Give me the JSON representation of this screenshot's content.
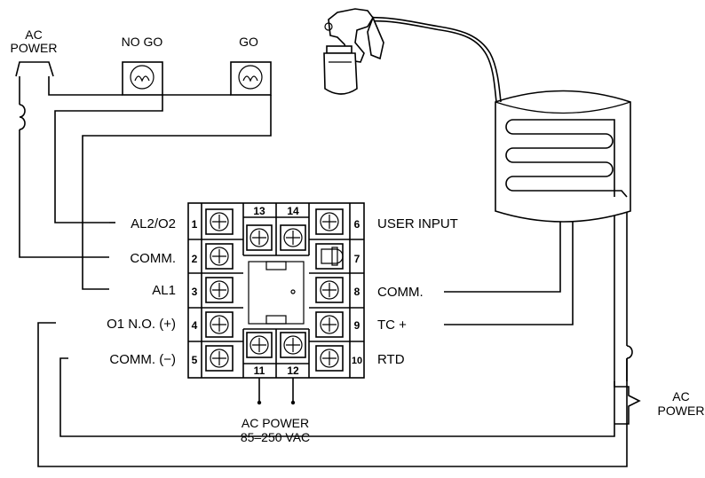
{
  "labels": {
    "ac_power_top_left": [
      "AC",
      "POWER"
    ],
    "no_go": "NO GO",
    "go": "GO",
    "ac_power_right": [
      "AC",
      "POWER"
    ],
    "ac_power_bottom": [
      "AC POWER",
      "85–250 VAC"
    ]
  },
  "terminals_left": [
    {
      "num": "1",
      "label": "AL2/O2"
    },
    {
      "num": "2",
      "label": "COMM."
    },
    {
      "num": "3",
      "label": "AL1"
    },
    {
      "num": "4",
      "label": "O1 N.O. (+)"
    },
    {
      "num": "5",
      "label": "COMM. (−)"
    }
  ],
  "terminals_right": [
    {
      "num": "6",
      "label": "USER INPUT"
    },
    {
      "num": "7",
      "label": ""
    },
    {
      "num": "8",
      "label": "COMM."
    },
    {
      "num": "9",
      "label": "TC +"
    },
    {
      "num": "10",
      "label": "RTD"
    }
  ],
  "terminals_top": [
    "13",
    "14"
  ],
  "terminals_bottom": [
    "11",
    "12"
  ],
  "icons": {
    "lamp_no_go": "indicator-lamp-icon",
    "lamp_go": "indicator-lamp-icon",
    "spray_gun": "spray-gun-icon",
    "tank": "heated-tank-icon",
    "fuse_left": "fuse-icon",
    "fuse_right": "fuse-icon"
  }
}
